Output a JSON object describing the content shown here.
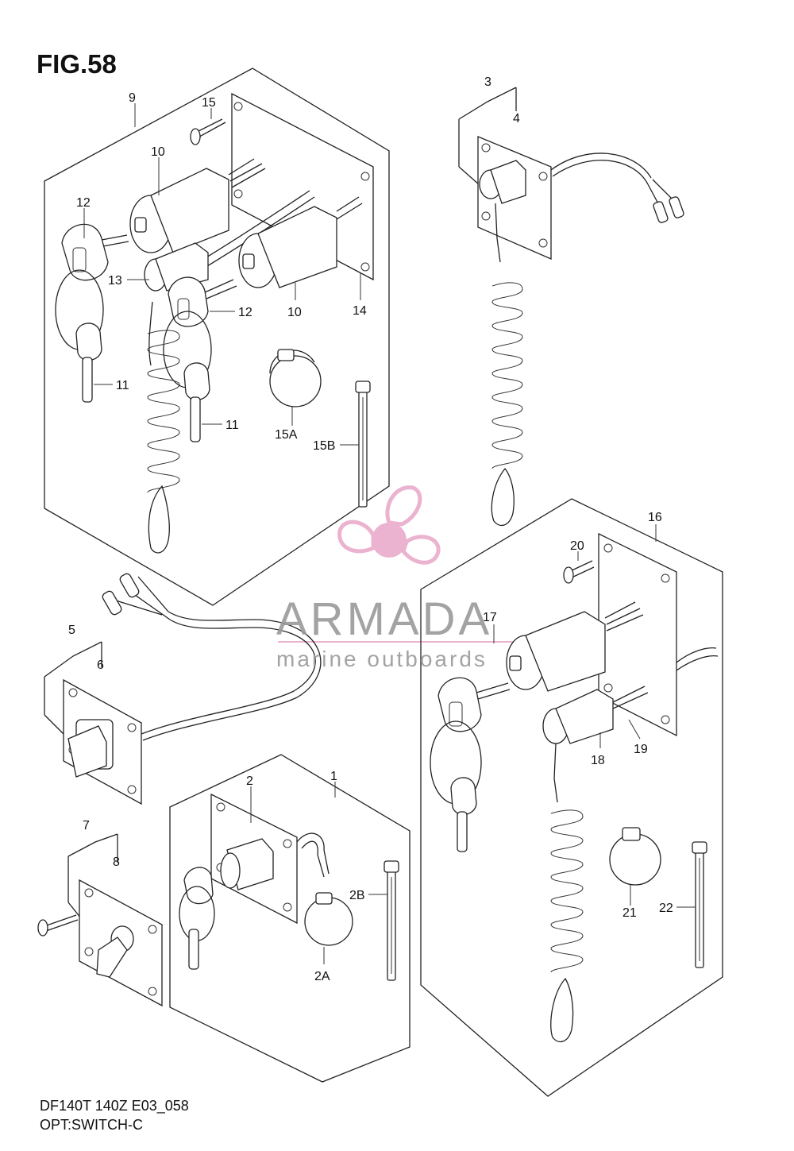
{
  "figure": {
    "title": "FIG.58",
    "code": "DF140T 140Z E03_058",
    "name": "OPT:SWITCH-C"
  },
  "watermark": {
    "name": "ARMADA",
    "tagline": "marine outboards",
    "accent_color": "#e8a6c8",
    "text_color": "#9a9a9a"
  },
  "callouts": [
    {
      "id": "c9",
      "label": "9"
    },
    {
      "id": "c15",
      "label": "15"
    },
    {
      "id": "c10a",
      "label": "10"
    },
    {
      "id": "c12a",
      "label": "12"
    },
    {
      "id": "c13",
      "label": "13"
    },
    {
      "id": "c12b",
      "label": "12"
    },
    {
      "id": "c10b",
      "label": "10"
    },
    {
      "id": "c14",
      "label": "14"
    },
    {
      "id": "c11a",
      "label": "11"
    },
    {
      "id": "c11b",
      "label": "11"
    },
    {
      "id": "c15a",
      "label": "15A"
    },
    {
      "id": "c15b",
      "label": "15B"
    },
    {
      "id": "c3",
      "label": "3"
    },
    {
      "id": "c4",
      "label": "4"
    },
    {
      "id": "c16",
      "label": "16"
    },
    {
      "id": "c20",
      "label": "20"
    },
    {
      "id": "c17",
      "label": "17"
    },
    {
      "id": "c18",
      "label": "18"
    },
    {
      "id": "c19",
      "label": "19"
    },
    {
      "id": "c21",
      "label": "21"
    },
    {
      "id": "c22",
      "label": "22"
    },
    {
      "id": "c5",
      "label": "5"
    },
    {
      "id": "c6",
      "label": "6"
    },
    {
      "id": "c1",
      "label": "1"
    },
    {
      "id": "c2",
      "label": "2"
    },
    {
      "id": "c2b",
      "label": "2B"
    },
    {
      "id": "c2a",
      "label": "2A"
    },
    {
      "id": "c7",
      "label": "7"
    },
    {
      "id": "c8",
      "label": "8"
    }
  ]
}
